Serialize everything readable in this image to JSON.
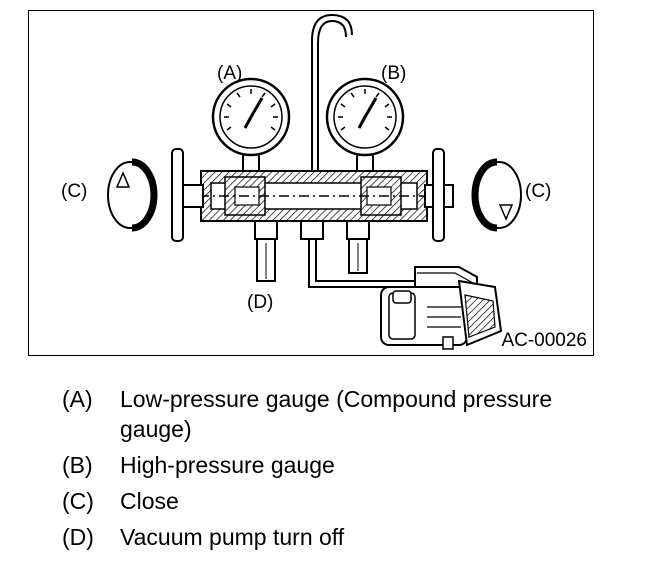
{
  "figure": {
    "labels": {
      "a": "(A)",
      "b": "(B)",
      "c_left": "(C)",
      "c_right": "(C)",
      "d": "(D)"
    },
    "code": "AC-00026"
  },
  "legend": [
    {
      "key": "(A)",
      "text": "Low-pressure gauge (Compound pressure gauge)"
    },
    {
      "key": "(B)",
      "text": "High-pressure gauge"
    },
    {
      "key": "(C)",
      "text": "Close"
    },
    {
      "key": "(D)",
      "text": "Vacuum pump turn off"
    }
  ]
}
